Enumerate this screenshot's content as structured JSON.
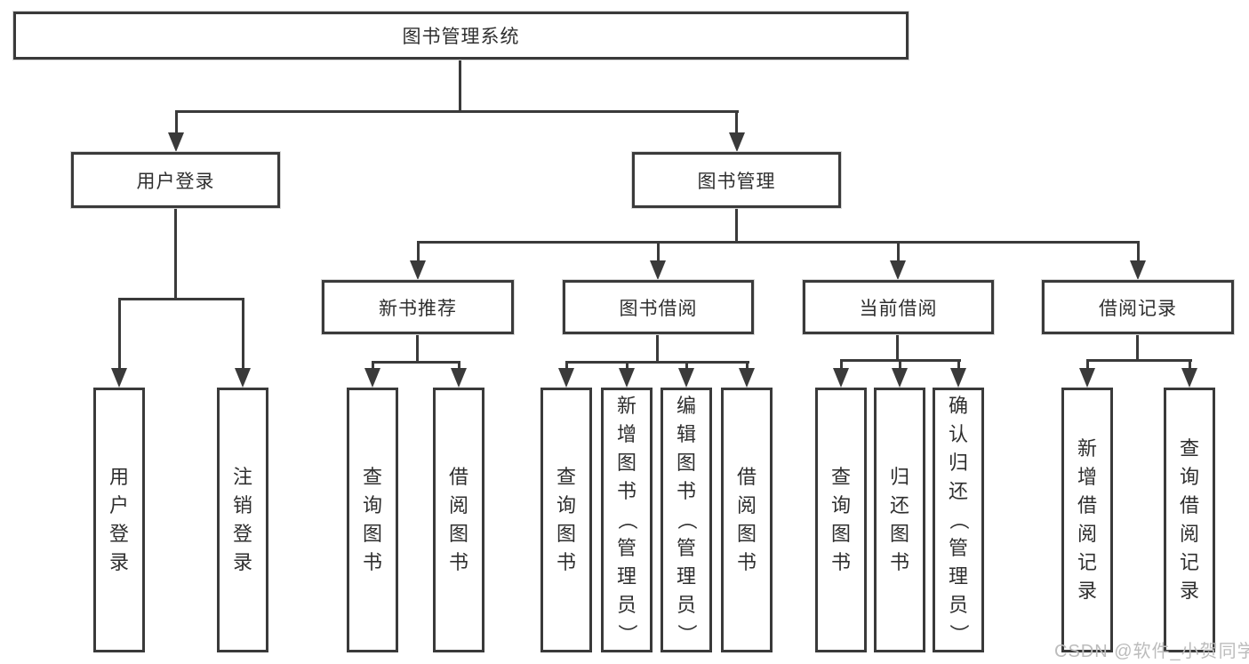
{
  "diagram": {
    "title_node": {
      "label": "图书管理系统"
    },
    "level2": [
      {
        "id": "user-login",
        "label": "用户登录"
      },
      {
        "id": "book-management",
        "label": "图书管理"
      }
    ],
    "level3": [
      {
        "id": "new-book-recommend",
        "label": "新书推荐"
      },
      {
        "id": "book-borrowing",
        "label": "图书借阅"
      },
      {
        "id": "current-borrowing",
        "label": "当前借阅"
      },
      {
        "id": "borrowing-records",
        "label": "借阅记录"
      }
    ],
    "leaves": {
      "user_login": [
        "用户登录",
        "注销登录"
      ],
      "new_book": [
        "查询图书",
        "借阅图书"
      ],
      "borrowing": [
        "查询图书",
        "新增图书（管理员）",
        "编辑图书（管理员）",
        "借阅图书"
      ],
      "current": [
        "查询图书",
        "归还图书",
        "确认归还（管理员）"
      ],
      "records": [
        "新增借阅记录",
        "查询借阅记录"
      ]
    }
  },
  "watermark": "CSDN @软件_小贺同学",
  "colors": {
    "line": "#3a3a3a",
    "text": "#2f2f2f",
    "watermark": "#bcbcbc",
    "background": "#ffffff"
  }
}
